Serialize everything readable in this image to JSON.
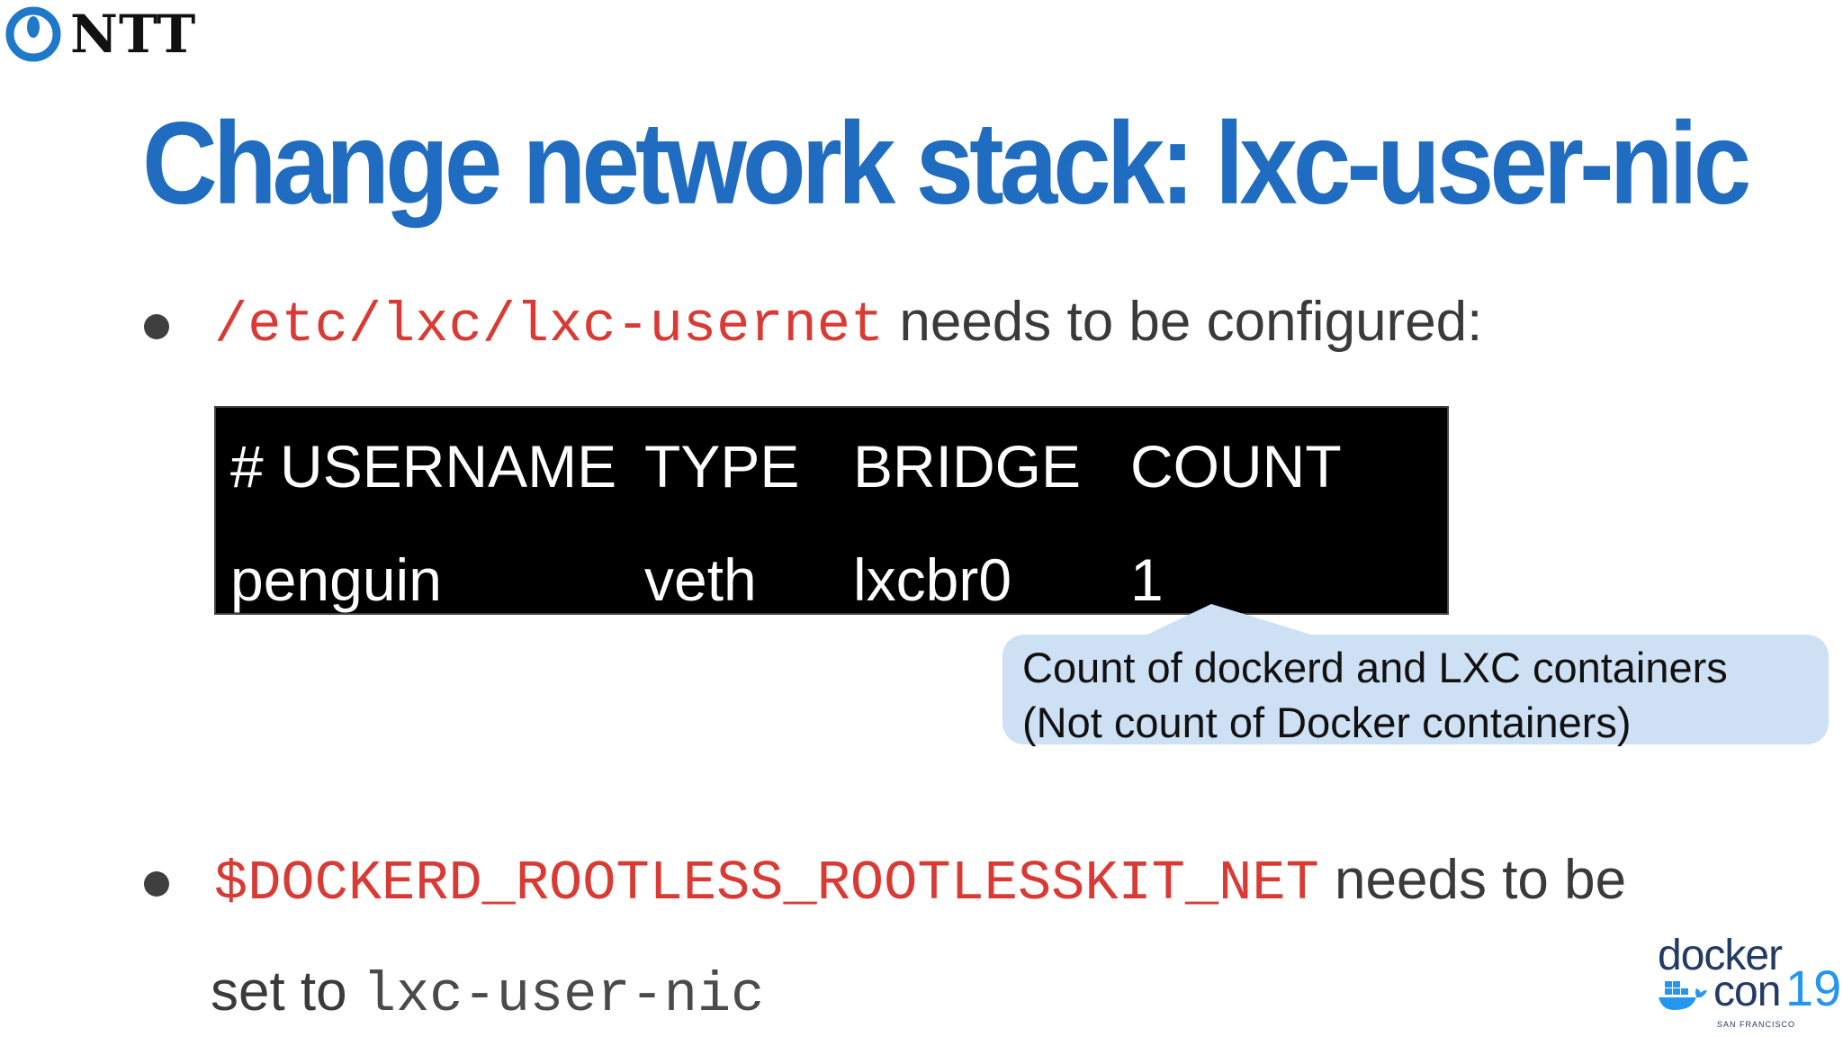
{
  "logo_top_left": {
    "brand_text": "NTT",
    "icon": "ntt-logo-icon",
    "color": "#1f78c8"
  },
  "title": "Change network stack: lxc-user-nic",
  "bullet1": {
    "code": "/etc/lxc/lxc-usernet",
    "text": " needs to be configured:"
  },
  "config_table": {
    "headers": [
      "# USERNAME",
      "TYPE",
      "BRIDGE",
      "COUNT"
    ],
    "rows": [
      [
        "penguin",
        "veth",
        "lxcbr0",
        "1"
      ]
    ]
  },
  "callout": {
    "line1": "Count of dockerd and LXC containers",
    "line2": "(Not count of Docker containers)"
  },
  "bullet2": {
    "code": "$DOCKERD_ROOTLESS_ROOTLESSKIT_NET",
    "text": " needs to be",
    "continuation_text": "set to ",
    "continuation_code": "lxc-user-nic"
  },
  "logo_bottom_right": {
    "word1": "docker",
    "word2": "con",
    "year": "19",
    "city": "SAN FRANCISCO",
    "icon": "docker-whale-icon"
  },
  "colors": {
    "title": "#1f6cc0",
    "code_red": "#d93a34",
    "body_text": "#3a3a3a",
    "callout_bg": "#cde0f4",
    "table_bg": "#000000"
  }
}
